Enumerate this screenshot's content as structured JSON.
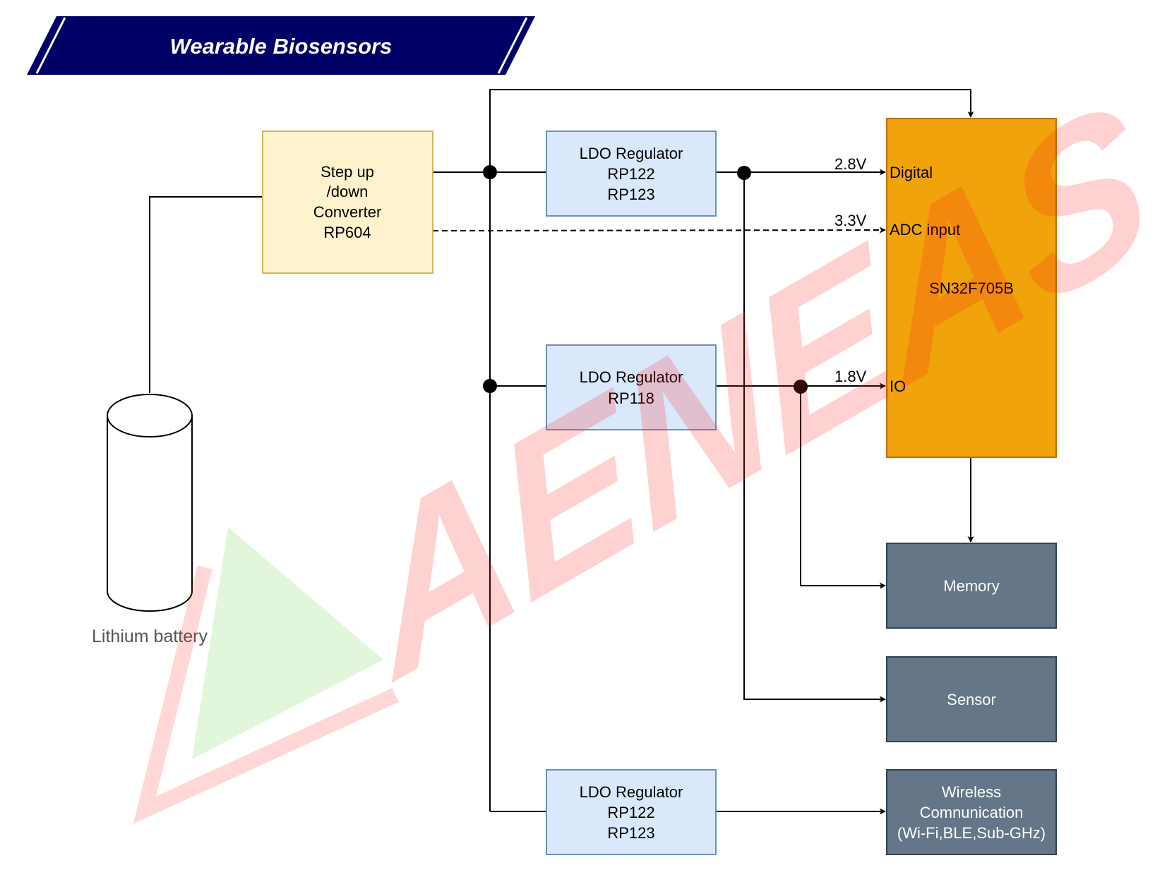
{
  "title": "Wearable Biosensors",
  "watermark": {
    "text": "AENEAS",
    "color": "#ff2020",
    "triangle_color": "#bfeab0"
  },
  "colors": {
    "title_bg": "#000066",
    "converter_fill": "#fff2cc",
    "converter_stroke": "#d6b656",
    "ldo_fill": "#dae8fc",
    "ldo_stroke": "#6c8ebf",
    "mcu_fill": "#f0a30a",
    "mcu_stroke": "#bd7000",
    "peripheral_fill": "#647687",
    "peripheral_stroke": "#314354"
  },
  "blocks": {
    "converter": {
      "lines": [
        "Step up",
        "/down",
        "Converter",
        "RP604"
      ]
    },
    "ldo_top": {
      "lines": [
        "LDO Regulator",
        "RP122",
        "RP123"
      ]
    },
    "ldo_mid": {
      "lines": [
        "LDO Regulator",
        "RP118"
      ]
    },
    "ldo_bottom": {
      "lines": [
        "LDO Regulator",
        "RP122",
        "RP123"
      ]
    },
    "mcu": {
      "name": "SN32F705B",
      "pins": {
        "digital": "Digital",
        "adc": "ADC input",
        "io": "IO"
      }
    },
    "memory": {
      "label": "Memory"
    },
    "sensor": {
      "label": "Sensor"
    },
    "wireless": {
      "lines": [
        "Wireless",
        "Comnunication",
        "(Wi-Fi,BLE,Sub-GHz)"
      ]
    },
    "battery": {
      "label": "Lithium battery"
    }
  },
  "voltages": {
    "v28": "2.8V",
    "v33": "3.3V",
    "v18": "1.8V"
  }
}
